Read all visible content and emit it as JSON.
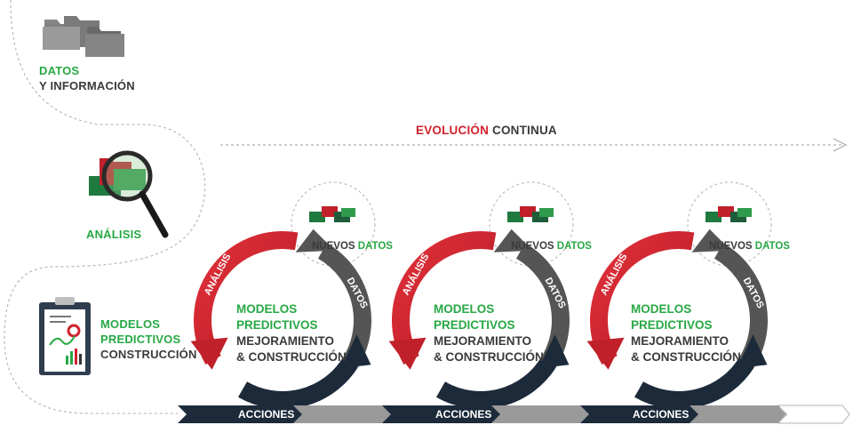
{
  "left_column": {
    "datos": {
      "line1": "DATOS",
      "line2": "Y INFORMACIÓN"
    },
    "analisis": {
      "label": "ANÁLISIS"
    },
    "modelos": {
      "line1": "MODELOS",
      "line2": "PREDICTIVOS",
      "line3": "CONSTRUCCIÓN"
    }
  },
  "evolucion": {
    "part1": "EVOLUCIÓN",
    "part2": "CONTINUA"
  },
  "cycles": [
    {
      "new_data_1": "NUEVOS",
      "new_data_2": "DATOS",
      "arrow_left": "ANÁLISIS",
      "arrow_right": "DATOS",
      "center_1": "MODELOS",
      "center_2": "PREDICTIVOS",
      "center_3": "MEJORAMIENTO",
      "center_4": "& CONSTRUCCIÓN",
      "acciones": "ACCIONES"
    },
    {
      "new_data_1": "NUEVOS",
      "new_data_2": "DATOS",
      "arrow_left": "ANÁLISIS",
      "arrow_right": "DATOS",
      "center_1": "MODELOS",
      "center_2": "PREDICTIVOS",
      "center_3": "MEJORAMIENTO",
      "center_4": "& CONSTRUCCIÓN",
      "acciones": "ACCIONES"
    },
    {
      "new_data_1": "NUEVOS",
      "new_data_2": "DATOS",
      "arrow_left": "ANÁLISIS",
      "arrow_right": "DATOS",
      "center_1": "MODELOS",
      "center_2": "PREDICTIVOS",
      "center_3": "MEJORAMIENTO",
      "center_4": "& CONSTRUCCIÓN",
      "acciones": "ACCIONES"
    }
  ],
  "colors": {
    "green": "#27a844",
    "red": "#d0222e",
    "gray": "#555555",
    "navy": "#1c2a3a"
  },
  "icons": [
    "folders-icon",
    "magnifier-folders-icon",
    "clipboard-chart-icon"
  ]
}
